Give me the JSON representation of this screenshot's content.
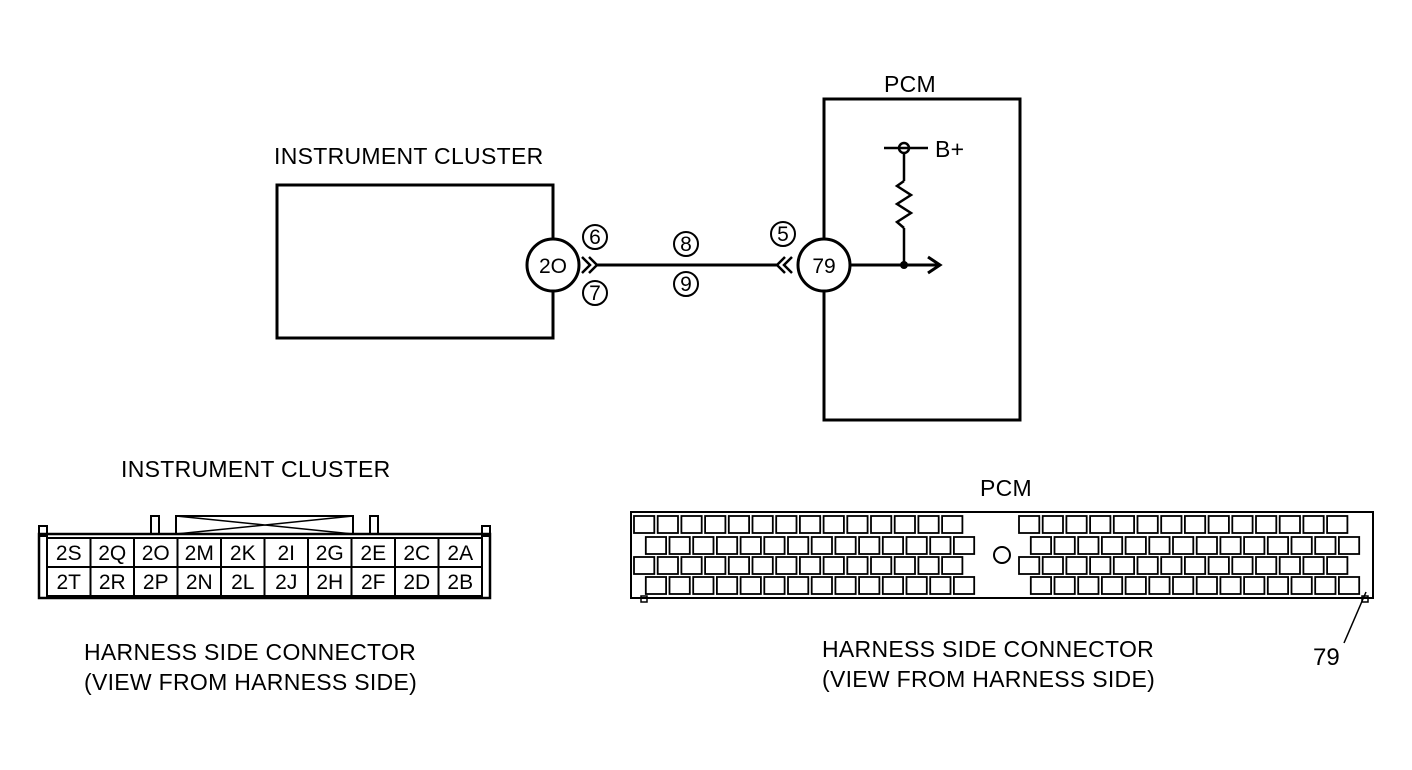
{
  "schematic": {
    "instrument_cluster_title": "INSTRUMENT CLUSTER",
    "instrument_cluster_terminal": "2O",
    "pcm_title": "PCM",
    "pcm_terminal": "79",
    "power_label": "B+",
    "wire_markers": {
      "ic_upper": "6",
      "ic_lower": "7",
      "mid_upper": "8",
      "mid_lower": "9",
      "pcm_upper": "5"
    }
  },
  "ic_connector": {
    "title": "INSTRUMENT CLUSTER",
    "top_row": [
      "2S",
      "2Q",
      "2O",
      "2M",
      "2K",
      "2I",
      "2G",
      "2E",
      "2C",
      "2A"
    ],
    "bottom_row": [
      "2T",
      "2R",
      "2P",
      "2N",
      "2L",
      "2J",
      "2H",
      "2F",
      "2D",
      "2B"
    ],
    "caption_line1": "HARNESS SIDE CONNECTOR",
    "caption_line2": "(VIEW FROM HARNESS SIDE)"
  },
  "pcm_connector": {
    "title": "PCM",
    "pin_callout": "79",
    "caption_line1": "HARNESS SIDE CONNECTOR",
    "caption_line2": "(VIEW FROM HARNESS SIDE)"
  }
}
